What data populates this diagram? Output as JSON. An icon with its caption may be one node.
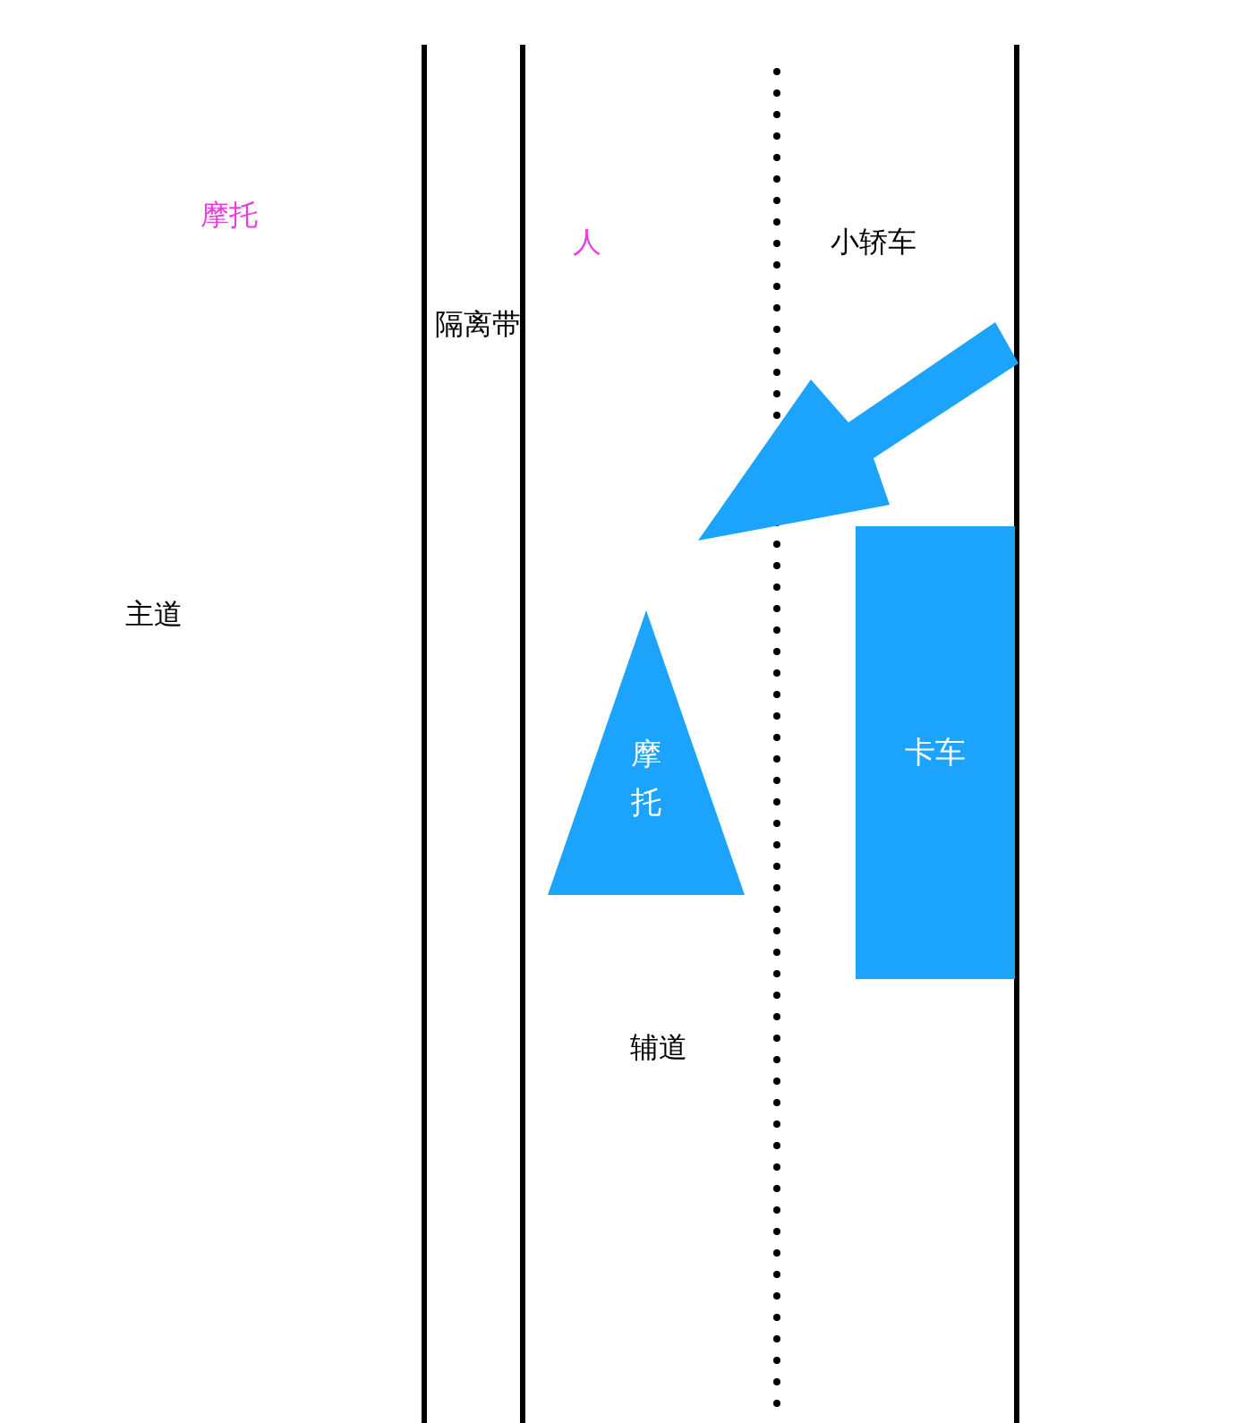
{
  "diagram": {
    "nodes": [
      {
        "text": [
          "摩托"
        ]
      },
      {
        "text": [
          "卡车"
        ]
      }
    ],
    "labels": [
      "摩托",
      "人",
      "小轿车",
      "隔离带",
      "主道",
      "辅道"
    ]
  }
}
